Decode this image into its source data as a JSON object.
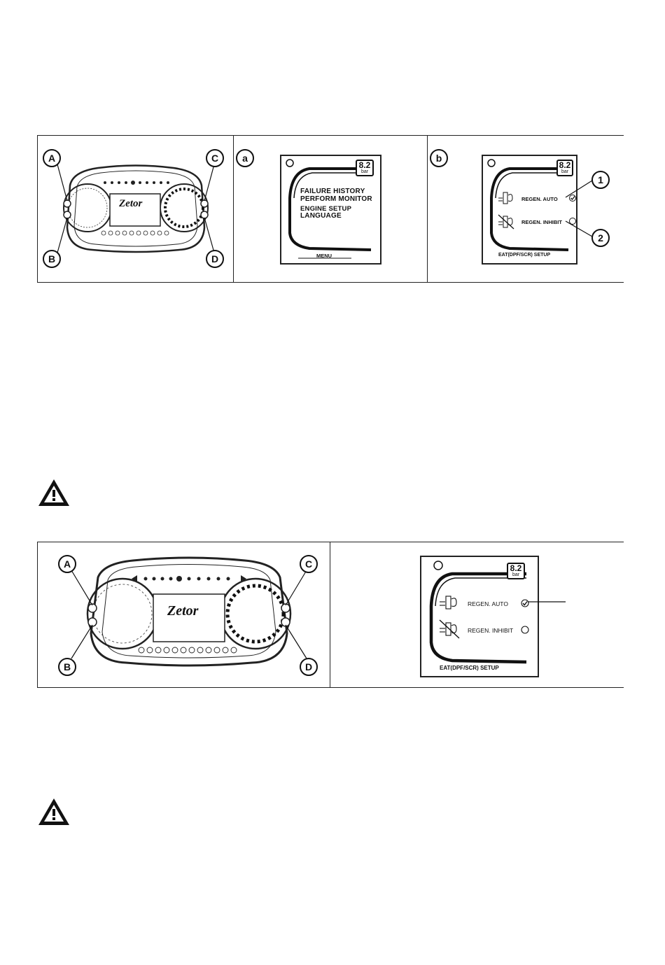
{
  "figure1": {
    "panel_labels": [
      "a",
      "b"
    ],
    "dash_labels": [
      "A",
      "B",
      "C",
      "D"
    ],
    "brand": "Zetor",
    "screen_a": {
      "pressure_value": "8.2",
      "pressure_unit": "bar",
      "menu_items": [
        "FAILURE HISTORY",
        "PERFORM MONITOR",
        "ENGINE SETUP",
        "LANGUAGE"
      ],
      "footer": "MENU"
    },
    "screen_b": {
      "pressure_value": "8.2",
      "pressure_unit": "bar",
      "option1": "REGEN. AUTO",
      "option2": "REGEN. INHIBIT",
      "footer": "EAT(DPF/SCR) SETUP",
      "callouts": [
        "1",
        "2"
      ]
    }
  },
  "figure2": {
    "dash_labels": [
      "A",
      "B",
      "C",
      "D"
    ],
    "brand": "Zetor",
    "screen": {
      "pressure_value": "8.2",
      "pressure_unit": "bar",
      "option1": "REGEN. AUTO",
      "option2": "REGEN. INHIBIT",
      "footer": "EAT(DPF/SCR) SETUP"
    }
  },
  "icons": {
    "warning": "warning-triangle-icon",
    "checkmark": "check-circle-icon",
    "empty_option": "empty-circle-icon",
    "regen_auto": "dpf-regen-icon",
    "regen_inhibit": "dpf-regen-inhibit-icon"
  }
}
